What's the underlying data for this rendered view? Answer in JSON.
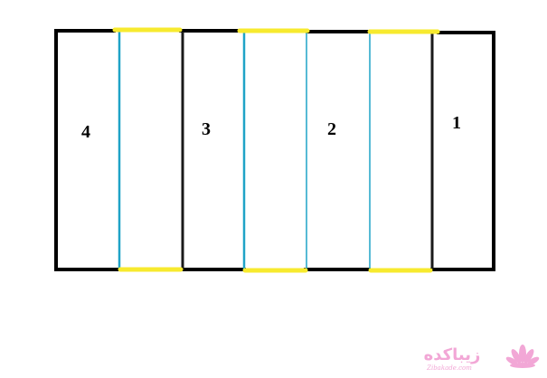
{
  "diagram": {
    "panels": [
      {
        "label": "4"
      },
      {
        "label": "3"
      },
      {
        "label": "2"
      },
      {
        "label": "1"
      }
    ],
    "colors": {
      "outline": "#000000",
      "fold_line": "#1fa3c7",
      "hinge": "#f7ea2e"
    }
  },
  "watermark": {
    "text": "زیباکده",
    "subtext": "Zibakade.com",
    "color": "#f2a7d6"
  }
}
